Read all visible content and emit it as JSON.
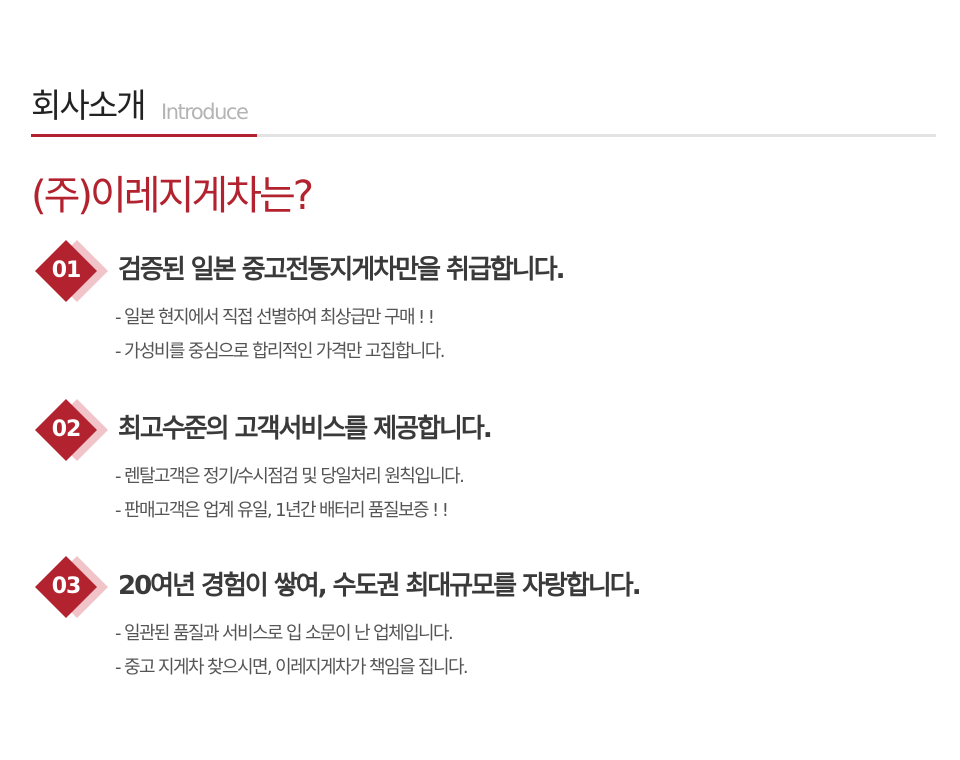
{
  "header": {
    "title": "회사소개",
    "subtitle": "Introduce"
  },
  "question": "(주)이레지게차는?",
  "colors": {
    "accent": "#b3232f",
    "badge_shadow": "#f0c4c8",
    "rule": "#e3e3e3",
    "title_text": "#3a3a3a",
    "body_text": "#555555"
  },
  "items": [
    {
      "number": "01",
      "title": "검증된 일본 중고전동지게차만을 취급합니다.",
      "lines": [
        "- 일본 현지에서 직접 선별하여 최상급만 구매 ! !",
        "- 가성비를 중심으로 합리적인 가격만 고집합니다."
      ]
    },
    {
      "number": "02",
      "title": "최고수준의 고객서비스를 제공합니다.",
      "lines": [
        "- 렌탈고객은 정기/수시점검 및 당일처리 원칙입니다.",
        "- 판매고객은 업계 유일, 1년간 배터리 품질보증 ! !"
      ]
    },
    {
      "number": "03",
      "title": "20여년 경험이 쌓여, 수도권 최대규모를 자랑합니다.",
      "lines": [
        "- 일관된 품질과 서비스로 입 소문이 난 업체입니다.",
        "- 중고 지게차 찾으시면, 이레지게차가 책임을 집니다."
      ]
    }
  ]
}
